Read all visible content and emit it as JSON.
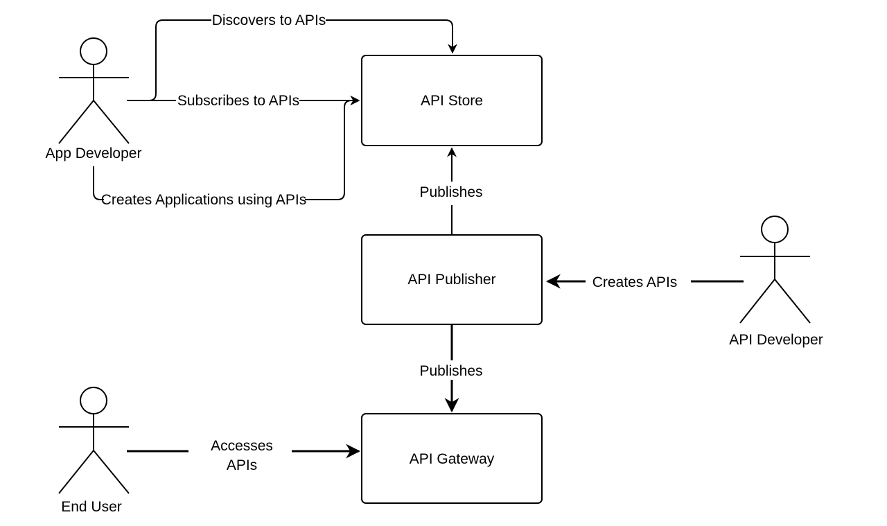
{
  "diagram": {
    "colors": {
      "stroke": "#000000",
      "background": "#ffffff",
      "text": "#000000"
    },
    "boxes": {
      "api_store": "API Store",
      "api_publisher": "API Publisher",
      "api_gateway": "API Gateway"
    },
    "actors": {
      "app_developer": "App Developer",
      "api_developer": "API Developer",
      "end_user": "End User"
    },
    "edges": {
      "discovers": "Discovers to APIs",
      "subscribes": "Subscribes to APIs",
      "creates_applications": "Creates Applications using APIs",
      "publishes_store": "Publishes",
      "creates_apis": "Creates APIs",
      "publishes_gateway": "Publishes",
      "accesses_line1": "Accesses",
      "accesses_line2": "APIs"
    }
  }
}
